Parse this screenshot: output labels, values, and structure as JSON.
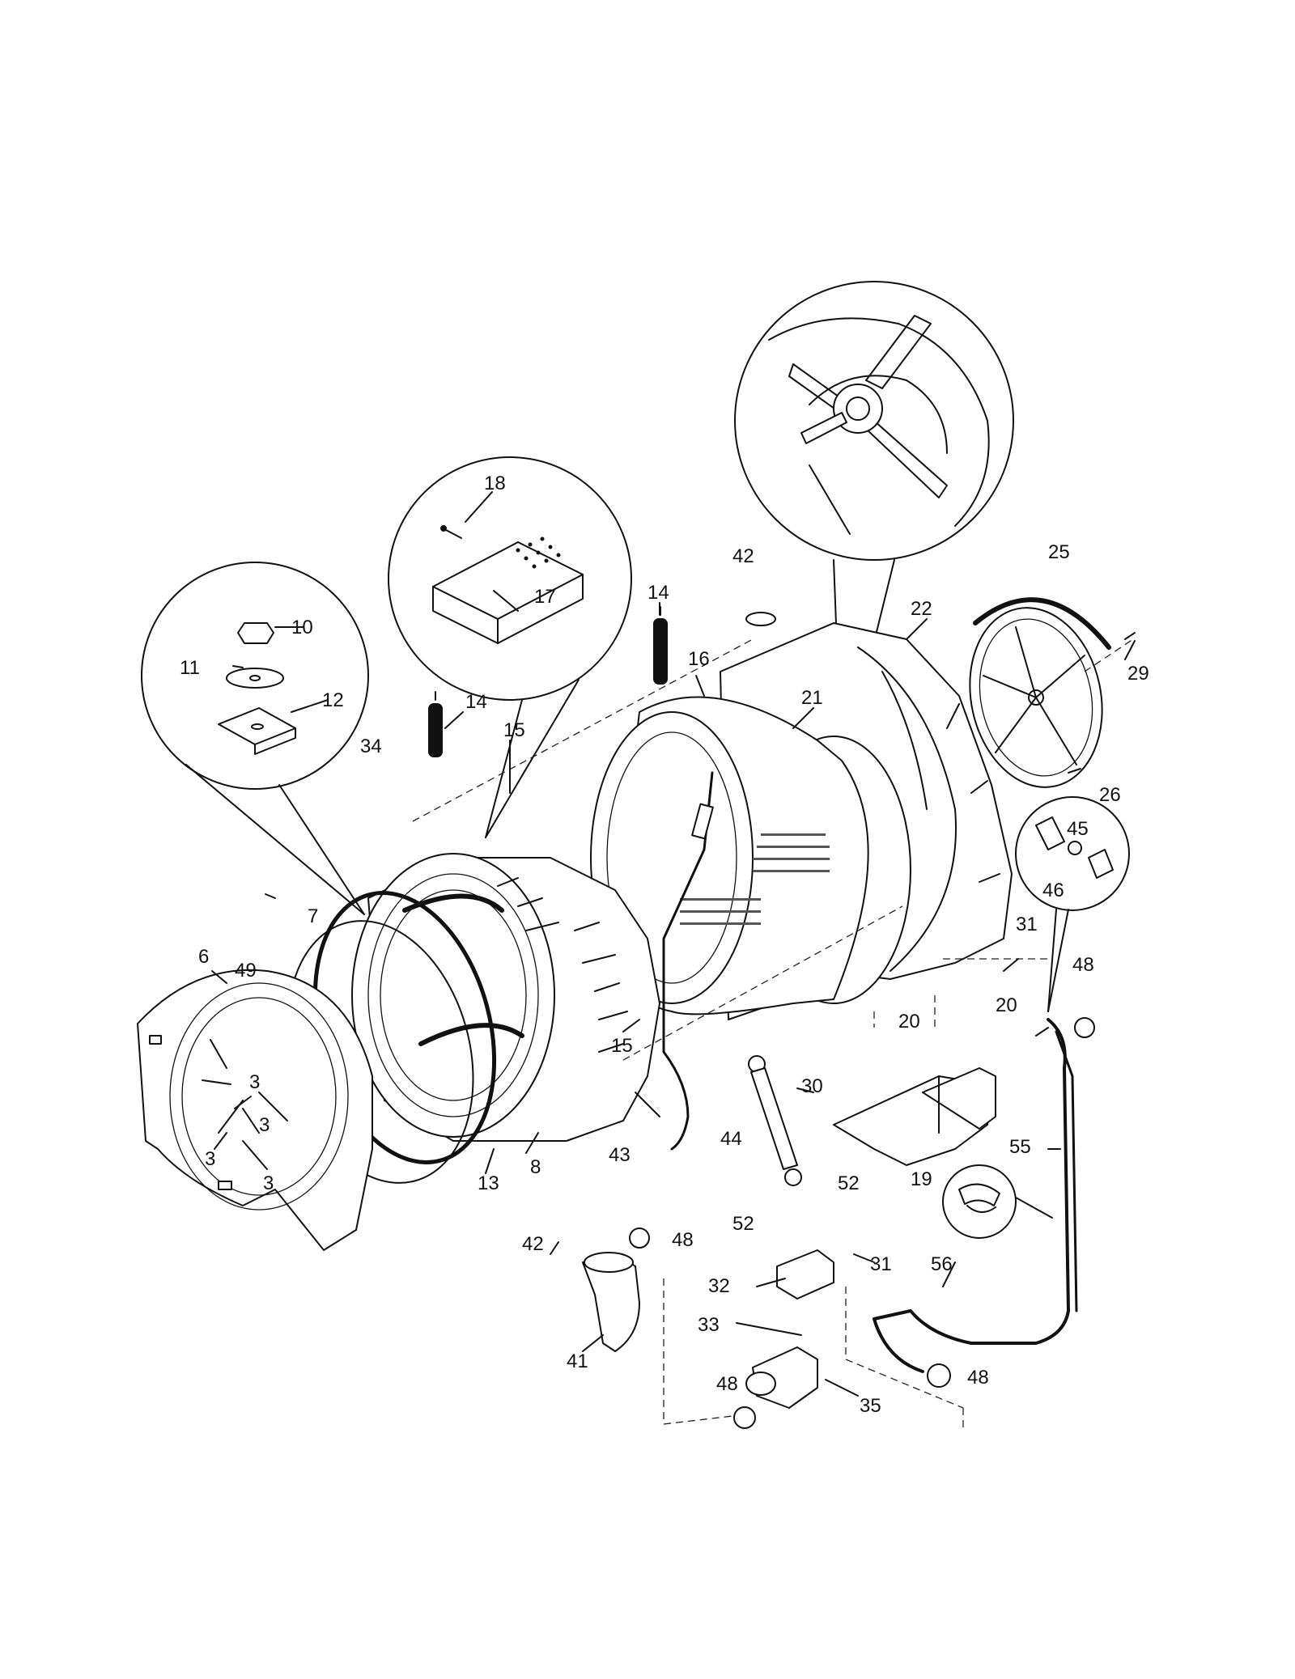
{
  "callouts": [
    {
      "id": "3a",
      "label": "3"
    },
    {
      "id": "3b",
      "label": "3"
    },
    {
      "id": "3c",
      "label": "3"
    },
    {
      "id": "3d",
      "label": "3"
    },
    {
      "id": "6",
      "label": "6"
    },
    {
      "id": "7",
      "label": "7"
    },
    {
      "id": "8",
      "label": "8"
    },
    {
      "id": "10",
      "label": "10"
    },
    {
      "id": "11",
      "label": "11"
    },
    {
      "id": "12",
      "label": "12"
    },
    {
      "id": "13",
      "label": "13"
    },
    {
      "id": "14a",
      "label": "14"
    },
    {
      "id": "14b",
      "label": "14"
    },
    {
      "id": "15a",
      "label": "15"
    },
    {
      "id": "15b",
      "label": "15"
    },
    {
      "id": "16",
      "label": "16"
    },
    {
      "id": "17",
      "label": "17"
    },
    {
      "id": "18",
      "label": "18"
    },
    {
      "id": "19",
      "label": "19"
    },
    {
      "id": "20a",
      "label": "20"
    },
    {
      "id": "20b",
      "label": "20"
    },
    {
      "id": "21",
      "label": "21"
    },
    {
      "id": "22",
      "label": "22"
    },
    {
      "id": "25",
      "label": "25"
    },
    {
      "id": "26",
      "label": "26"
    },
    {
      "id": "29",
      "label": "29"
    },
    {
      "id": "30",
      "label": "30"
    },
    {
      "id": "31a",
      "label": "31"
    },
    {
      "id": "31b",
      "label": "31"
    },
    {
      "id": "32",
      "label": "32"
    },
    {
      "id": "33",
      "label": "33"
    },
    {
      "id": "34",
      "label": "34"
    },
    {
      "id": "35",
      "label": "35"
    },
    {
      "id": "41",
      "label": "41"
    },
    {
      "id": "42a",
      "label": "42"
    },
    {
      "id": "42b",
      "label": "42"
    },
    {
      "id": "43",
      "label": "43"
    },
    {
      "id": "44",
      "label": "44"
    },
    {
      "id": "45",
      "label": "45"
    },
    {
      "id": "46",
      "label": "46"
    },
    {
      "id": "48a",
      "label": "48"
    },
    {
      "id": "48b",
      "label": "48"
    },
    {
      "id": "48c",
      "label": "48"
    },
    {
      "id": "48d",
      "label": "48"
    },
    {
      "id": "49",
      "label": "49"
    },
    {
      "id": "52a",
      "label": "52"
    },
    {
      "id": "52b",
      "label": "52"
    },
    {
      "id": "55",
      "label": "55"
    },
    {
      "id": "56",
      "label": "56"
    }
  ]
}
